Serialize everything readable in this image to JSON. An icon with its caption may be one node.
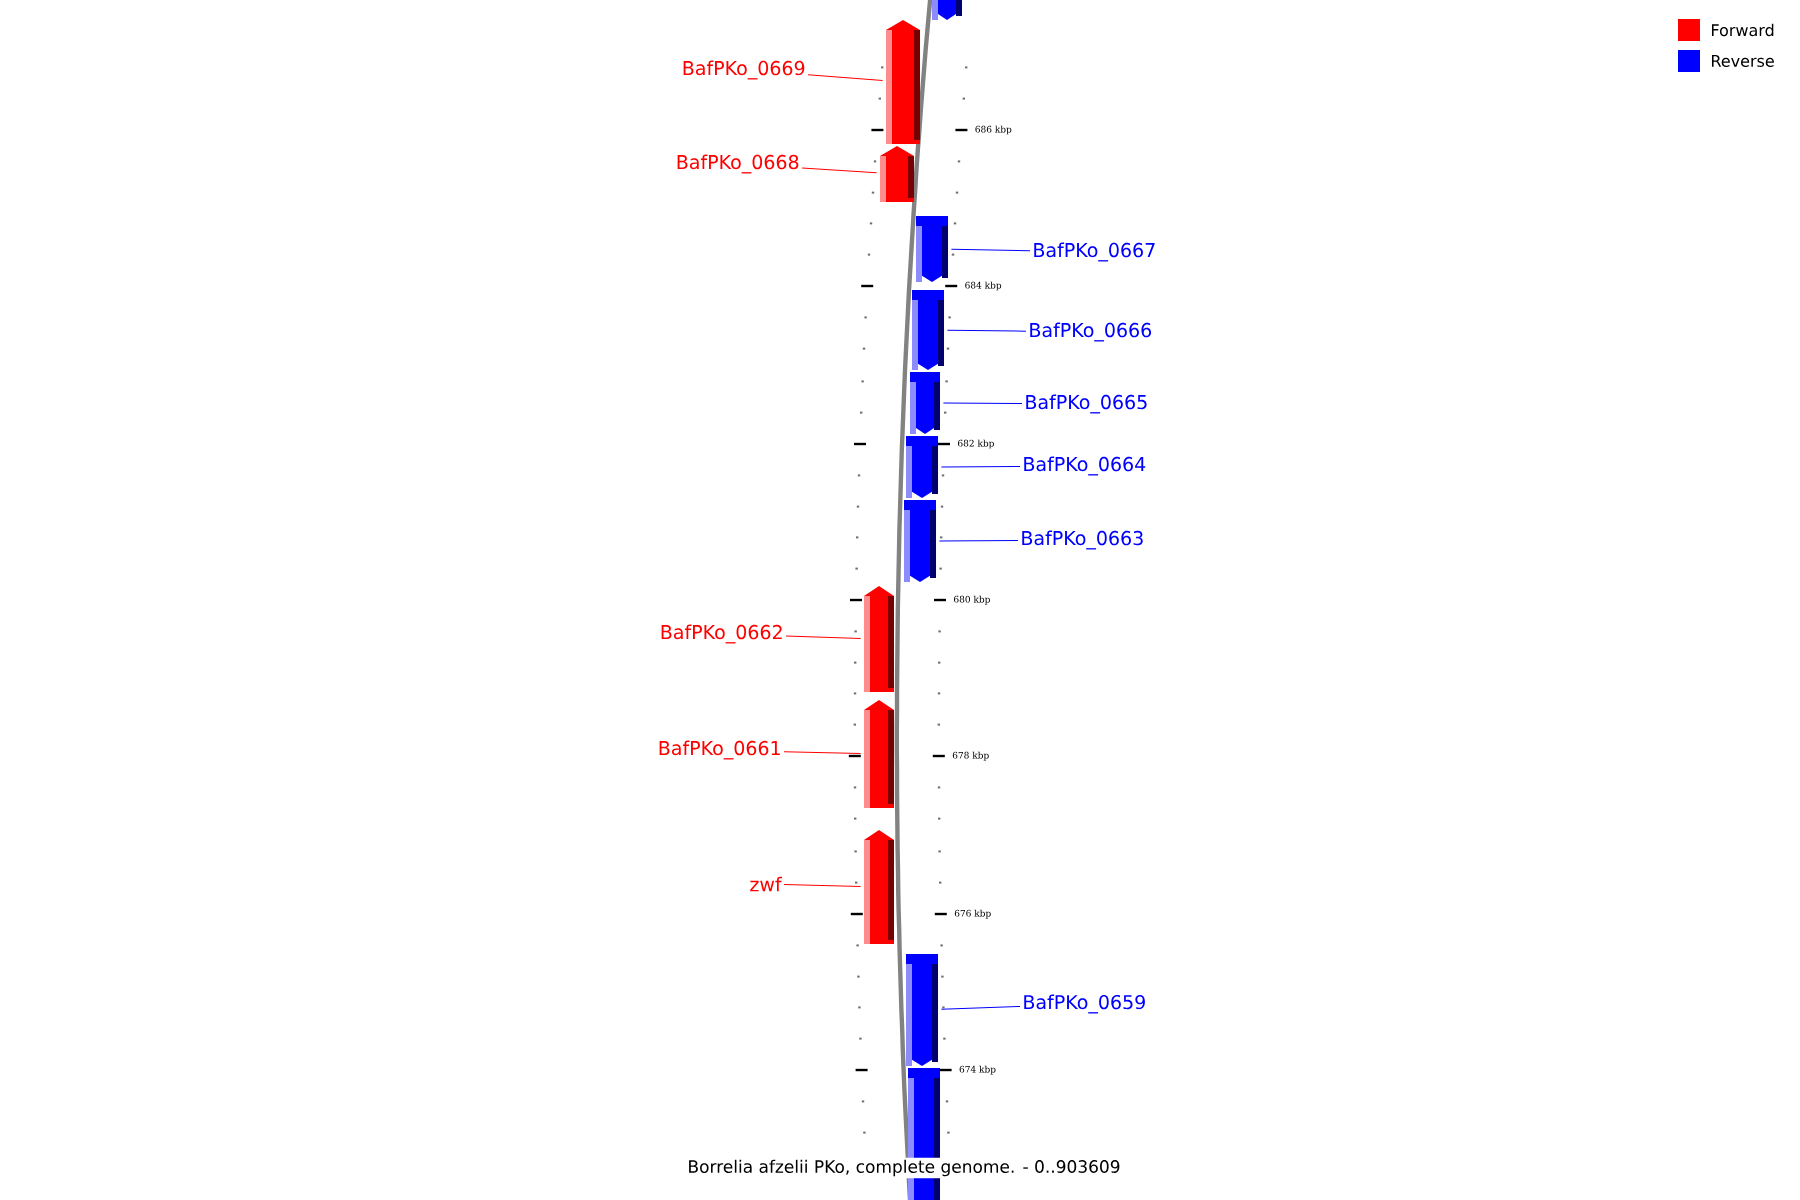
{
  "diagram": {
    "caption": "Borrelia afzelii PKo, complete genome. - 0..903609",
    "nodes": [
      {
        "text": [
          "BafPKo_0669"
        ]
      },
      {
        "text": [],
        "shape": "bar"
      },
      {
        "text": [
          "BafPKo_0668"
        ]
      },
      {
        "text": [],
        "shape": "bar"
      },
      {
        "text": [
          "BafPKo_0667"
        ]
      },
      {
        "text": [],
        "shape": "bar"
      },
      {
        "text": [
          "BafPKo_0666"
        ]
      },
      {
        "text": [],
        "shape": "bar"
      },
      {
        "text": [
          "BafPKo_0665"
        ]
      },
      {
        "text": [],
        "shape": "bar"
      },
      {
        "text": [
          "BafPKo_0664"
        ]
      },
      {
        "text": [],
        "shape": "bar"
      },
      {
        "text": [
          "BafPKo_0663"
        ]
      },
      {
        "text": [],
        "shape": "bar"
      },
      {
        "text": [
          "BafPKo_0662"
        ]
      },
      {
        "text": [],
        "shape": "bar"
      },
      {
        "text": [
          "BafPKo_0661"
        ]
      },
      {
        "text": [],
        "shape": "bar"
      },
      {
        "text": [
          "zwf"
        ]
      },
      {
        "text": [],
        "shape": "bar"
      },
      {
        "text": [
          "BafPKo_0659"
        ]
      },
      {
        "text": [],
        "shape": "bar"
      }
    ],
    "edges": [
      {
        "from": 0,
        "to": 1,
        "arrow": "none",
        "color": "#ff0000"
      },
      {
        "from": 2,
        "to": 3,
        "arrow": "none",
        "color": "#ff0000"
      },
      {
        "from": 4,
        "to": 5,
        "arrow": "none",
        "color": "#0000ff"
      },
      {
        "from": 6,
        "to": 7,
        "arrow": "none",
        "color": "#0000ff"
      },
      {
        "from": 8,
        "to": 9,
        "arrow": "none",
        "color": "#0000ff"
      },
      {
        "from": 10,
        "to": 11,
        "arrow": "none",
        "color": "#0000ff"
      },
      {
        "from": 12,
        "to": 13,
        "arrow": "none",
        "color": "#0000ff"
      },
      {
        "from": 14,
        "to": 15,
        "arrow": "none",
        "color": "#ff0000"
      },
      {
        "from": 16,
        "to": 17,
        "arrow": "none",
        "color": "#ff0000"
      },
      {
        "from": 18,
        "to": 19,
        "arrow": "none",
        "color": "#ff0000"
      },
      {
        "from": 20,
        "to": 21,
        "arrow": "none",
        "color": "#0000ff"
      }
    ],
    "labels": [
      "686 kbp",
      "684 kbp",
      "682 kbp",
      "680 kbp",
      "678 kbp",
      "676 kbp",
      "674 kbp"
    ],
    "legend": [
      {
        "text": "Forward",
        "color": "#ff0000"
      },
      {
        "text": "Reverse",
        "color": "#0000ff"
      }
    ]
  }
}
